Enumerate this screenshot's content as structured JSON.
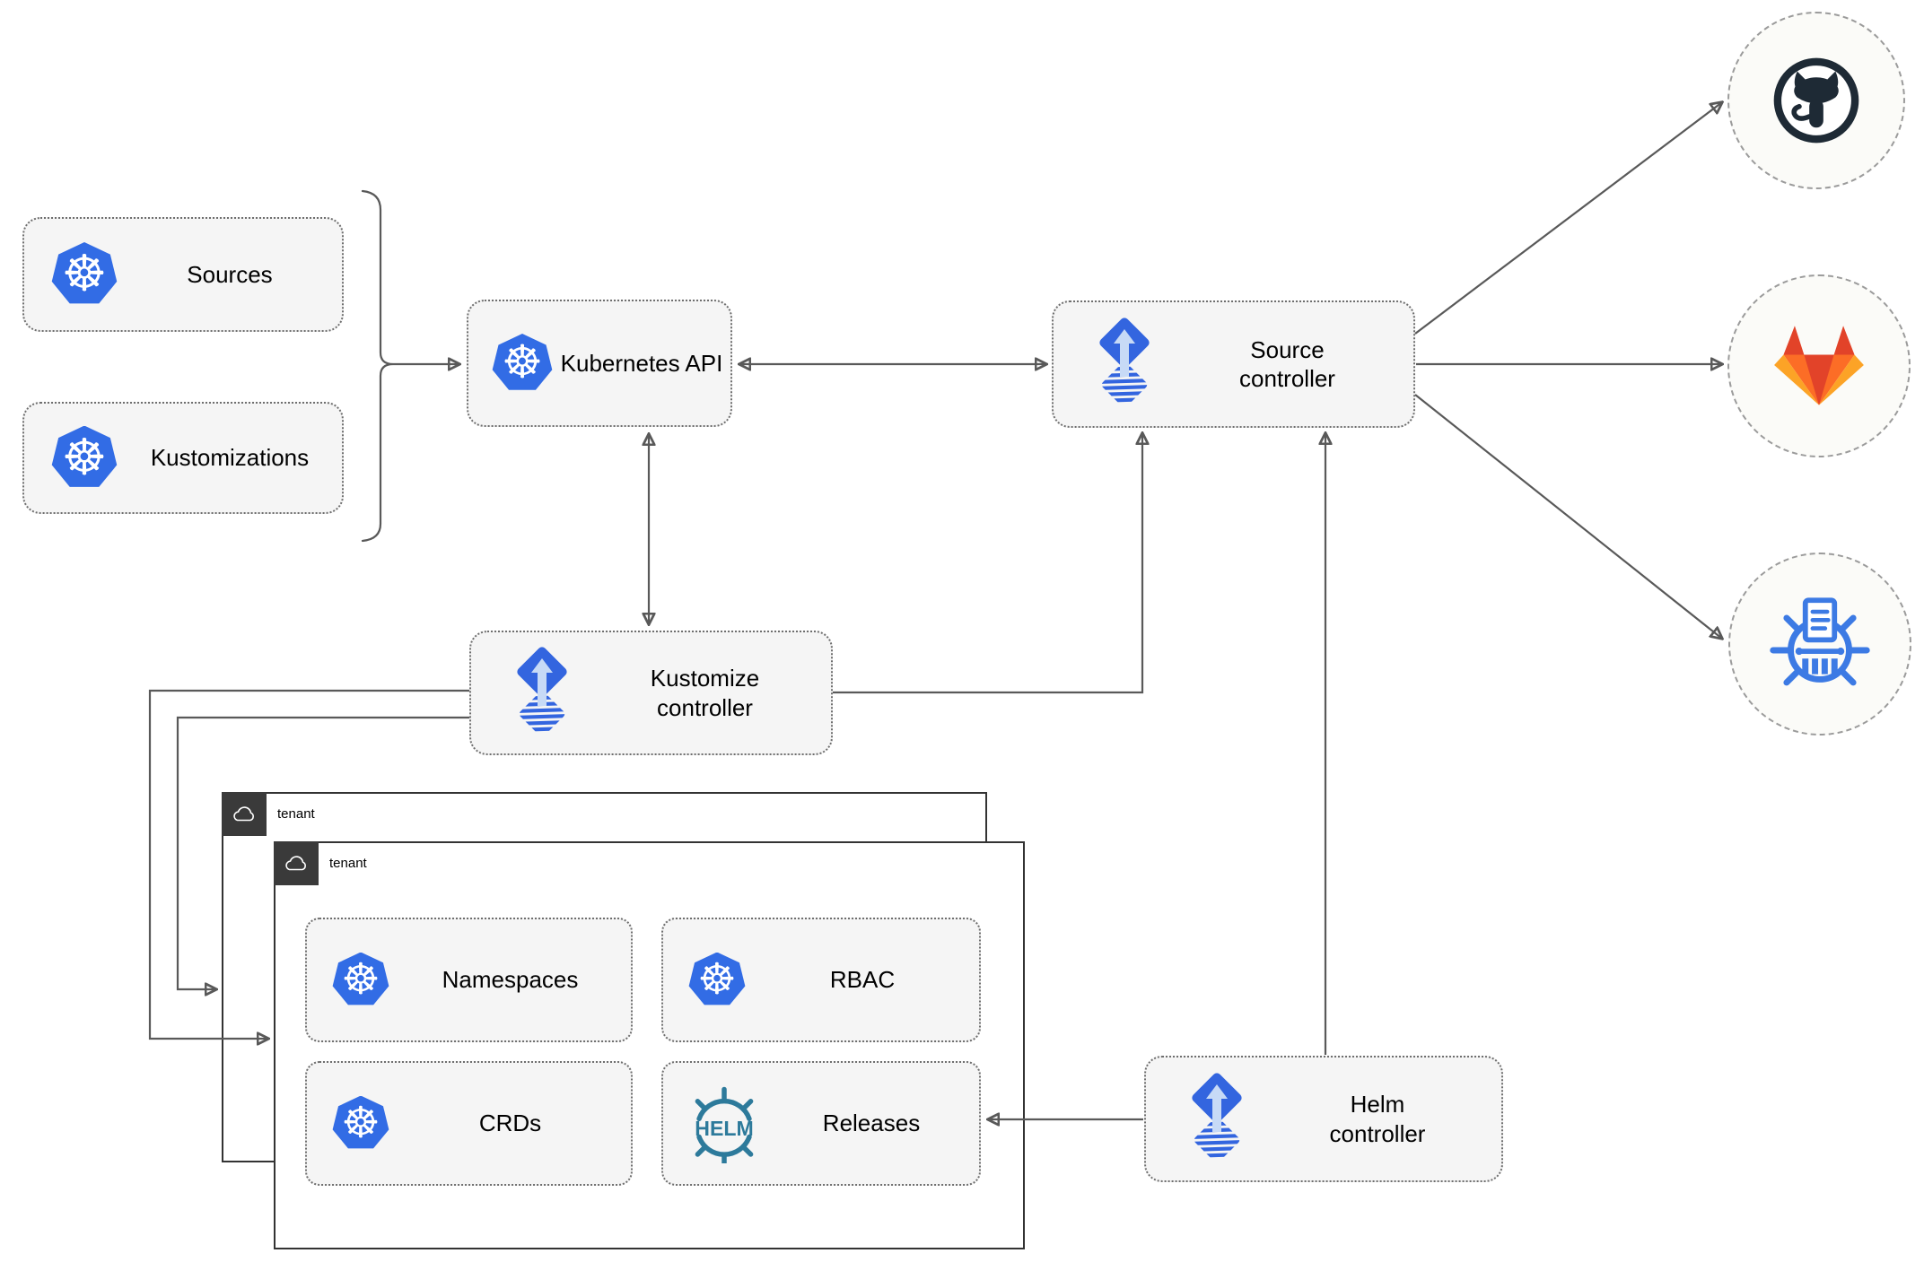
{
  "nodes": {
    "sources": {
      "label": "Sources",
      "icon": "kubernetes-icon"
    },
    "kustomizations": {
      "label": "Kustomizations",
      "icon": "kubernetes-icon"
    },
    "kubernetes_api": {
      "label": "Kubernetes API",
      "icon": "kubernetes-icon"
    },
    "source_controller": {
      "label": "Source\ncontroller",
      "icon": "flux-icon"
    },
    "kustomize_controller": {
      "label": "Kustomize\ncontroller",
      "icon": "flux-icon"
    },
    "helm_controller": {
      "label": "Helm\ncontroller",
      "icon": "flux-icon"
    },
    "namespaces": {
      "label": "Namespaces",
      "icon": "kubernetes-icon"
    },
    "rbac": {
      "label": "RBAC",
      "icon": "kubernetes-icon"
    },
    "crds": {
      "label": "CRDs",
      "icon": "kubernetes-icon"
    },
    "releases": {
      "label": "Releases",
      "icon": "helm-icon"
    }
  },
  "tenants": {
    "outer": {
      "label": "tenant",
      "icon": "cloud-icon"
    },
    "inner": {
      "label": "tenant",
      "icon": "cloud-icon"
    }
  },
  "endpoints": {
    "github": {
      "icon": "github-icon"
    },
    "gitlab": {
      "icon": "gitlab-icon"
    },
    "registry": {
      "icon": "helm-repository-icon"
    }
  },
  "helm_logo_text": "HELM",
  "colors": {
    "line_gray": "#595959",
    "box_fill": "#f5f5f5",
    "box_border": "#6e6e6e",
    "tenant_border": "#333333",
    "tab_bg": "#3a3a3a",
    "kubernetes_blue": "#326ce5",
    "flux_blue": "#3365df",
    "flux_light": "#c7daf6",
    "helm_teal": "#2d7a9b",
    "github_dark": "#1e2a35",
    "gitlab_red": "#e24329",
    "gitlab_orange": "#fc6d26",
    "gitlab_yellow": "#fca326",
    "registry_blue": "#3c7ae4",
    "circle_border": "#9b9b9b",
    "circle_fill": "#fbfbf8"
  }
}
